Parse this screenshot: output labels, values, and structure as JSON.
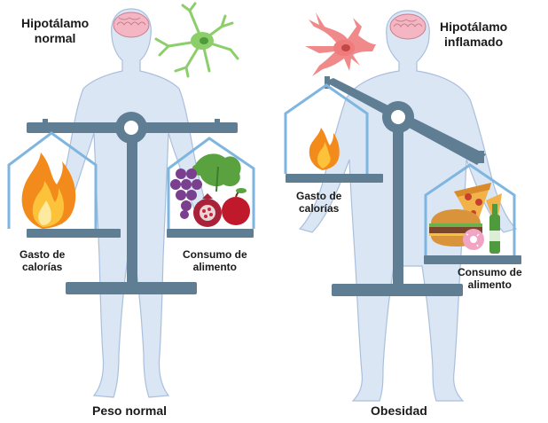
{
  "left_panel": {
    "hypothalamus_label_line1": "Hipotálamo",
    "hypothalamus_label_line2": "normal",
    "expenditure_label_line1": "Gasto de",
    "expenditure_label_line2": "calorías",
    "intake_label_line1": "Consumo de",
    "intake_label_line2": "alimento",
    "caption": "Peso normal"
  },
  "right_panel": {
    "hypothalamus_label_line1": "Hipotálamo",
    "hypothalamus_label_line2": "inflamado",
    "expenditure_label_line1": "Gasto de",
    "expenditure_label_line2": "calorías",
    "intake_label_line1": "Consumo de",
    "intake_label_line2": "alimento",
    "caption": "Obesidad"
  },
  "icons": {
    "healthy_neuron": "microglia-neuron-icon",
    "inflamed_neuron": "inflamed-neuron-icon",
    "flame": "flame-icon",
    "healthy_food": "fruit-vegetables-icon",
    "junk_food": "junk-food-icon"
  },
  "colors": {
    "body": "#dbe6f5",
    "body_outline": "#a9bfdc",
    "scale": "#5f7d93",
    "basket": "#7fb6e0",
    "healthy_neuron": "#8ccf6a",
    "inflamed_neuron": "#f08a8a",
    "flame": "#f7a21b"
  }
}
